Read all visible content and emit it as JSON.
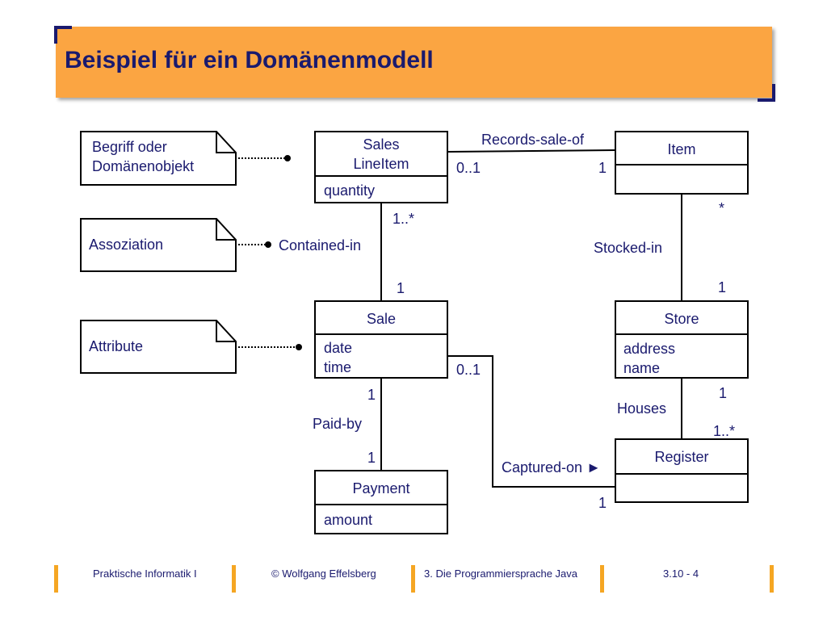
{
  "title": "Beispiel für ein Domänenmodell",
  "notes": {
    "concept": [
      "Begriff oder",
      "Domänenobjekt"
    ],
    "association": "Assoziation",
    "attribute": "Attribute"
  },
  "classes": {
    "sales_line_item": {
      "name_line1": "Sales",
      "name_line2": "LineItem",
      "attr1": "quantity"
    },
    "item": {
      "name": "Item"
    },
    "sale": {
      "name": "Sale",
      "attr1": "date",
      "attr2": "time"
    },
    "store": {
      "name": "Store",
      "attr1": "address",
      "attr2": "name"
    },
    "payment": {
      "name": "Payment",
      "attr1": "amount"
    },
    "register": {
      "name": "Register"
    }
  },
  "associations": {
    "records_sale_of": {
      "label": "Records-sale-of",
      "mult_left": "0..1",
      "mult_right": "1"
    },
    "contained_in": {
      "label": "Contained-in",
      "mult_top": "1..*",
      "mult_bottom": "1"
    },
    "stocked_in": {
      "label": "Stocked-in",
      "mult_top": "*",
      "mult_bottom": "1"
    },
    "paid_by": {
      "label": "Paid-by",
      "mult_top": "1",
      "mult_bottom": "1"
    },
    "houses": {
      "label": "Houses",
      "mult_top": "1",
      "mult_bottom": "1..*"
    },
    "captured_on": {
      "label": "Captured-on ►",
      "mult_left": "0..1",
      "mult_right": "1"
    }
  },
  "footer": {
    "course": "Praktische Informatik I",
    "author": "© Wolfgang Effelsberg",
    "chapter": "3. Die Programmiersprache Java",
    "page": "3.10 - 4"
  },
  "colors": {
    "title_bg": "#fba542",
    "text": "#1a1a6e",
    "lines": "#000000",
    "footer_bar": "#f5a623"
  }
}
